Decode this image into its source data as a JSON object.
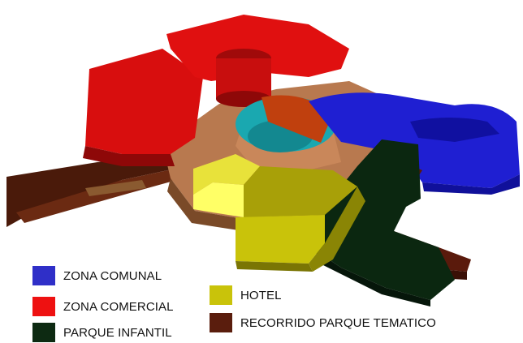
{
  "legend": [
    {
      "label": "ZONA COMUNAL",
      "color": "#2f2fc8"
    },
    {
      "label": "ZONA COMERCIAL",
      "color": "#ee1111"
    },
    {
      "label": "PARQUE  INFANTIL",
      "color": "#0d2a12"
    },
    {
      "label": "HOTEL",
      "color": "#c9c30a"
    },
    {
      "label": "RECORRIDO PARQUE TEMATICO",
      "color": "#5a1d0d"
    }
  ],
  "zones": {
    "plaza": "#b8794f",
    "fountain": "#1aa8b0"
  }
}
